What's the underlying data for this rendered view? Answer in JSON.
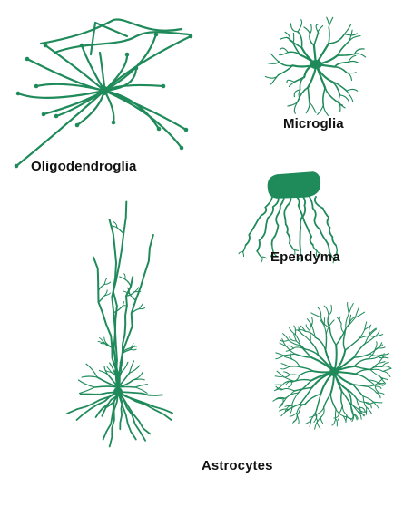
{
  "colors": {
    "cell": "#1f8a5a",
    "label": "#111111",
    "background": "#ffffff"
  },
  "labels": {
    "oligodendroglia": "Oligodendroglia",
    "microglia": "Microglia",
    "ependyma": "Ependyma",
    "astrocytes": "Astrocytes"
  }
}
